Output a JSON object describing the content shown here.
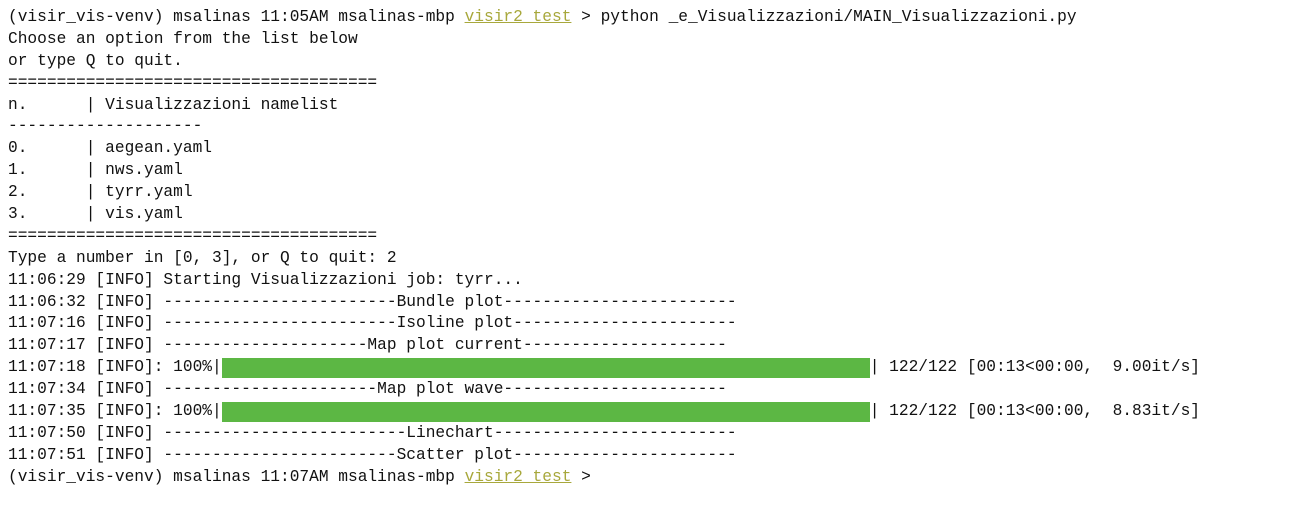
{
  "colors": {
    "background": "#ffffff",
    "text": "#111111",
    "directory": "#a8a83c",
    "progress_bar": "#5cb744"
  },
  "prompt1": {
    "prefix": "(visir_vis-venv) msalinas 11:05AM msalinas-mbp ",
    "dir": "visir2_test",
    "command": " > python _e_Visualizzazioni/MAIN_Visualizzazioni.py"
  },
  "menu": {
    "intro_line1": "Choose an option from the list below",
    "intro_line2": "or type Q to quit.",
    "separator": "======================================",
    "header": "n.      | Visualizzazioni namelist",
    "dash_separator": "--------------------",
    "items": [
      "0.      | aegean.yaml",
      "1.      | nws.yaml",
      "2.      | tyrr.yaml",
      "3.      | vis.yaml"
    ],
    "separator_end": "======================================",
    "input_prompt": "Type a number in [0, 3], or Q to quit: 2"
  },
  "log": {
    "l1": "11:06:29 [INFO] Starting Visualizzazioni job: tyrr...",
    "l2": "11:06:32 [INFO] ------------------------Bundle plot------------------------",
    "l3": "11:07:16 [INFO] ------------------------Isoline plot-----------------------",
    "l4": "11:07:17 [INFO] ---------------------Map plot current---------------------",
    "progress1": {
      "prefix": "11:07:18 [INFO]: 100%",
      "percent": 100,
      "suffix": "| 122/122 [00:13<00:00,  9.00it/s]"
    },
    "l5": "11:07:34 [INFO] ----------------------Map plot wave-----------------------",
    "progress2": {
      "prefix": "11:07:35 [INFO]: 100%",
      "percent": 100,
      "suffix": "| 122/122 [00:13<00:00,  8.83it/s]"
    },
    "l6": "11:07:50 [INFO] -------------------------Linechart-------------------------",
    "l7": "11:07:51 [INFO] ------------------------Scatter plot-----------------------"
  },
  "prompt2": {
    "prefix": "(visir_vis-venv) msalinas 11:07AM msalinas-mbp ",
    "dir": "visir2_test",
    "command": " >"
  }
}
